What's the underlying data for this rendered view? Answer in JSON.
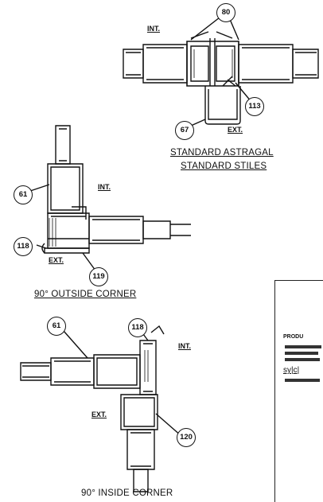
{
  "diagram": {
    "astragal_section": {
      "int_label": "INT.",
      "ext_label": "EXT.",
      "callouts": [
        "80",
        "113",
        "67"
      ],
      "caption_line1": "STANDARD ASTRAGAL",
      "caption_line2": "STANDARD STILES"
    },
    "outside_corner": {
      "int_label": "INT.",
      "ext_label": "EXT.",
      "callouts": [
        "61",
        "118",
        "119"
      ],
      "caption": "90° OUTSIDE CORNER"
    },
    "inside_corner": {
      "int_label": "INT.",
      "ext_label": "EXT.",
      "callouts": [
        "61",
        "118",
        "120"
      ],
      "caption": "90° INSIDE CORNER"
    },
    "approval_stamp": {
      "line1": "PRODU",
      "line2": "sy|c|"
    }
  }
}
